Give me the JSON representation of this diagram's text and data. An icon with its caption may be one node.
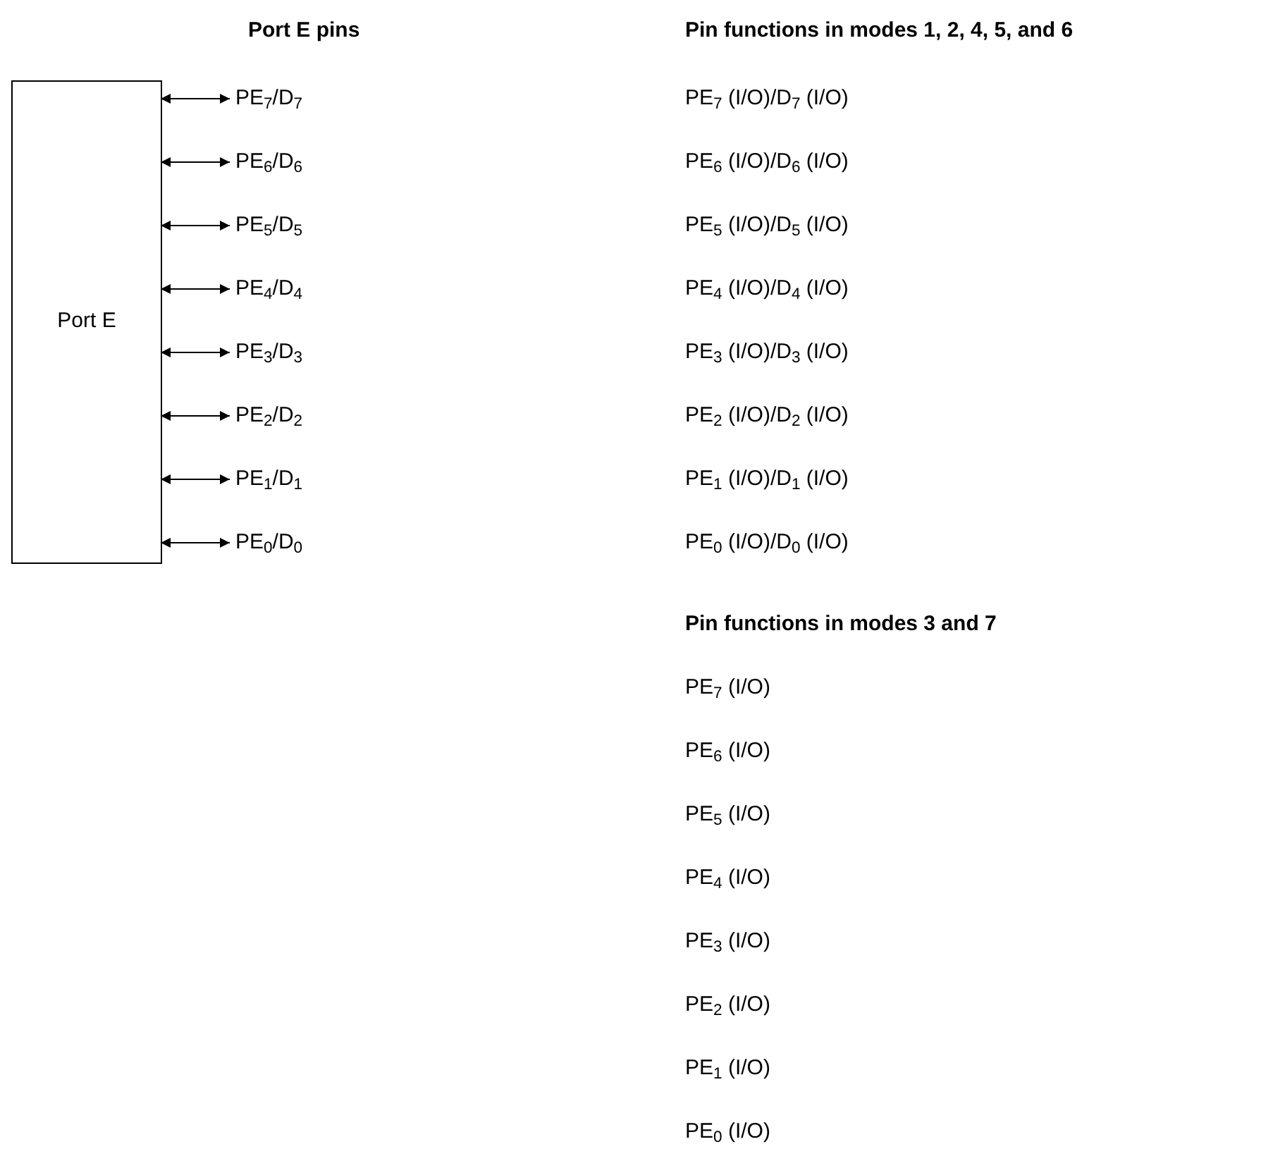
{
  "diagram": {
    "nodes": [
      {
        "text": [
          "Port E"
        ]
      },
      {
        "text": [
          "PE$_{7}$/D$_{7}$"
        ]
      },
      {
        "text": [
          "PE$_{6}$/D$_{6}$"
        ]
      },
      {
        "text": [
          "PE$_{5}$/D$_{5}$"
        ]
      },
      {
        "text": [
          "PE$_{4}$/D$_{4}$"
        ]
      },
      {
        "text": [
          "PE$_{3}$/D$_{3}$"
        ]
      },
      {
        "text": [
          "PE$_{2}$/D$_{2}$"
        ]
      },
      {
        "text": [
          "PE$_{1}$/D$_{1}$"
        ]
      },
      {
        "text": [
          "PE$_{0}$/D$_{0}$"
        ]
      }
    ],
    "edges": [
      {
        "from": 0,
        "to": 1,
        "arrow": "both"
      },
      {
        "from": 0,
        "to": 2,
        "arrow": "both"
      },
      {
        "from": 0,
        "to": 3,
        "arrow": "both"
      },
      {
        "from": 0,
        "to": 4,
        "arrow": "both"
      },
      {
        "from": 0,
        "to": 5,
        "arrow": "both"
      },
      {
        "from": 0,
        "to": 6,
        "arrow": "both"
      },
      {
        "from": 0,
        "to": 7,
        "arrow": "both"
      },
      {
        "from": 0,
        "to": 8,
        "arrow": "both"
      }
    ],
    "labels": [
      "Port E pins",
      "Pin functions in modes 1, 2, 4, 5, and 6",
      "PE$_{7}$ (I/O)/D$_{7}$ (I/O)",
      "PE$_{6}$ (I/O)/D$_{6}$ (I/O)",
      "PE$_{5}$ (I/O)/D$_{5}$ (I/O)",
      "PE$_{4}$ (I/O)/D$_{4}$ (I/O)",
      "PE$_{3}$ (I/O)/D$_{3}$ (I/O)",
      "PE$_{2}$ (I/O)/D$_{2}$ (I/O)",
      "PE$_{1}$ (I/O)/D$_{1}$ (I/O)",
      "PE$_{0}$ (I/O)/D$_{0}$ (I/O)",
      "Pin functions in modes 3 and 7",
      "PE$_{7}$ (I/O)",
      "PE$_{6}$ (I/O)",
      "PE$_{5}$ (I/O)",
      "PE$_{4}$ (I/O)",
      "PE$_{3}$ (I/O)",
      "PE$_{2}$ (I/O)",
      "PE$_{1}$ (I/O)",
      "PE$_{0}$ (I/O)"
    ]
  }
}
